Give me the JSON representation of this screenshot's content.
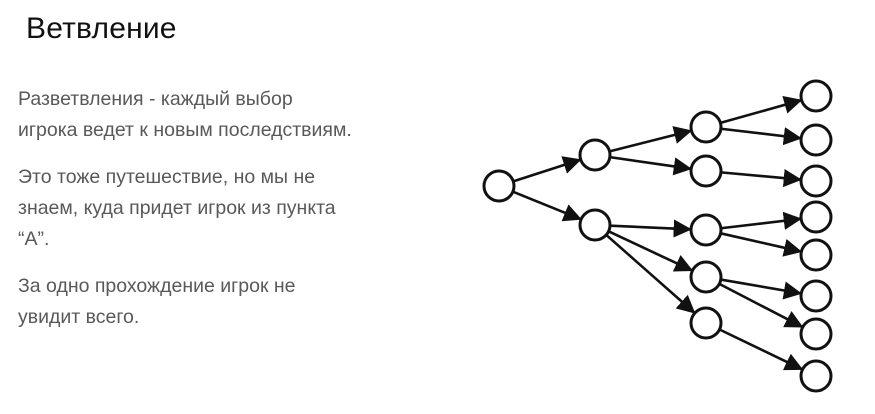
{
  "slide": {
    "title": "Ветвление",
    "paragraphs": [
      {
        "lines": [
          "Разветвления - каждый выбор",
          "игрока ведет к новым последствиям."
        ]
      },
      {
        "lines": [
          "Это тоже путешествие, но мы не",
          "знаем, куда придет игрок из пункта",
          "“A”."
        ]
      },
      {
        "lines": [
          "За одно прохождение игрок не",
          "увидит всего."
        ]
      }
    ]
  },
  "diagram": {
    "line_color": "#111111",
    "node_fill": "#ffffff",
    "nodes": [
      {
        "id": "root",
        "level": 0
      },
      {
        "id": "a",
        "level": 1
      },
      {
        "id": "b",
        "level": 1
      },
      {
        "id": "a1",
        "level": 2
      },
      {
        "id": "a2",
        "level": 2
      },
      {
        "id": "b1",
        "level": 2
      },
      {
        "id": "b2",
        "level": 2
      },
      {
        "id": "b3",
        "level": 2
      },
      {
        "id": "l1",
        "level": 3
      },
      {
        "id": "l2",
        "level": 3
      },
      {
        "id": "l3",
        "level": 3
      },
      {
        "id": "l4",
        "level": 3
      },
      {
        "id": "l5",
        "level": 3
      },
      {
        "id": "l6",
        "level": 3
      },
      {
        "id": "l7",
        "level": 3
      },
      {
        "id": "l8",
        "level": 3
      }
    ],
    "edges": [
      [
        "root",
        "a"
      ],
      [
        "root",
        "b"
      ],
      [
        "a",
        "a1"
      ],
      [
        "a",
        "a2"
      ],
      [
        "b",
        "b1"
      ],
      [
        "b",
        "b2"
      ],
      [
        "b",
        "b3"
      ],
      [
        "a1",
        "l1"
      ],
      [
        "a1",
        "l2"
      ],
      [
        "a2",
        "l3"
      ],
      [
        "b1",
        "l4"
      ],
      [
        "b1",
        "l5"
      ],
      [
        "b2",
        "l6"
      ],
      [
        "b2",
        "l7"
      ],
      [
        "b3",
        "l8"
      ]
    ]
  }
}
